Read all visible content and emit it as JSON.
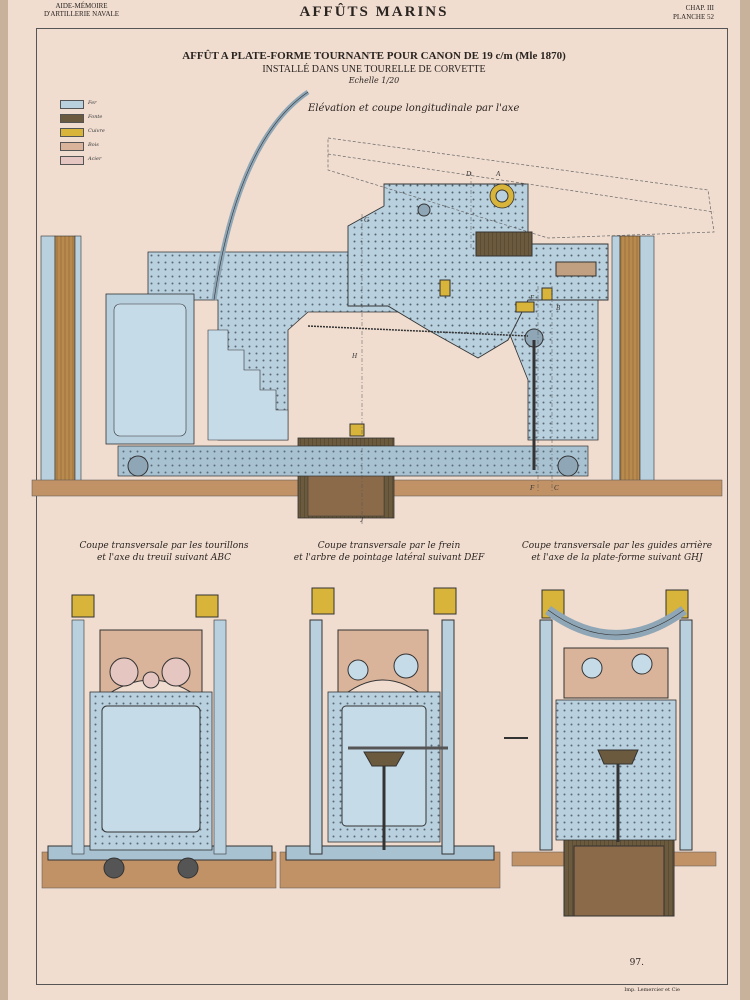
{
  "header": {
    "left_line1": "AIDE-MÉMOIRE",
    "left_line2": "D'ARTILLERIE NAVALE",
    "center": "AFFÛTS MARINS",
    "right_line1": "CHAP. III",
    "right_line2": "PLANCHE 52"
  },
  "title": "AFFÛT A PLATE-FORME TOURNANTE POUR CANON DE 19 c/m (Mle 1870)",
  "subtitle": "INSTALLÉ DANS UNE TOURELLE DE CORVETTE",
  "scale": "Echelle 1/20",
  "elevation_caption": "Elévation et coupe longitudinale par l'axe",
  "legend": [
    {
      "label": "Fer",
      "color": "#b9d0de"
    },
    {
      "label": "Fonte",
      "color": "#6b5a3e"
    },
    {
      "label": "Cuivre",
      "color": "#d8b43a"
    },
    {
      "label": "Bois",
      "color": "#d9b39a"
    },
    {
      "label": "Acier",
      "color": "#e6c6c0"
    }
  ],
  "section_captions": [
    {
      "line1": "Coupe transversale par les tourillons",
      "line2": "et l'axe du treuil suivant ABC"
    },
    {
      "line1": "Coupe transversale par le frein",
      "line2": "et l'arbre de pointage latéral suivant DEF"
    },
    {
      "line1": "Coupe transversale par les guides arrière",
      "line2": "et l'axe de la plate-forme suivant GHJ"
    }
  ],
  "axis_letters": [
    "A",
    "B",
    "C",
    "D",
    "E",
    "F",
    "G",
    "H",
    "J"
  ],
  "page_number": "97.",
  "imprint": "Imp. Lemercier et Cie"
}
